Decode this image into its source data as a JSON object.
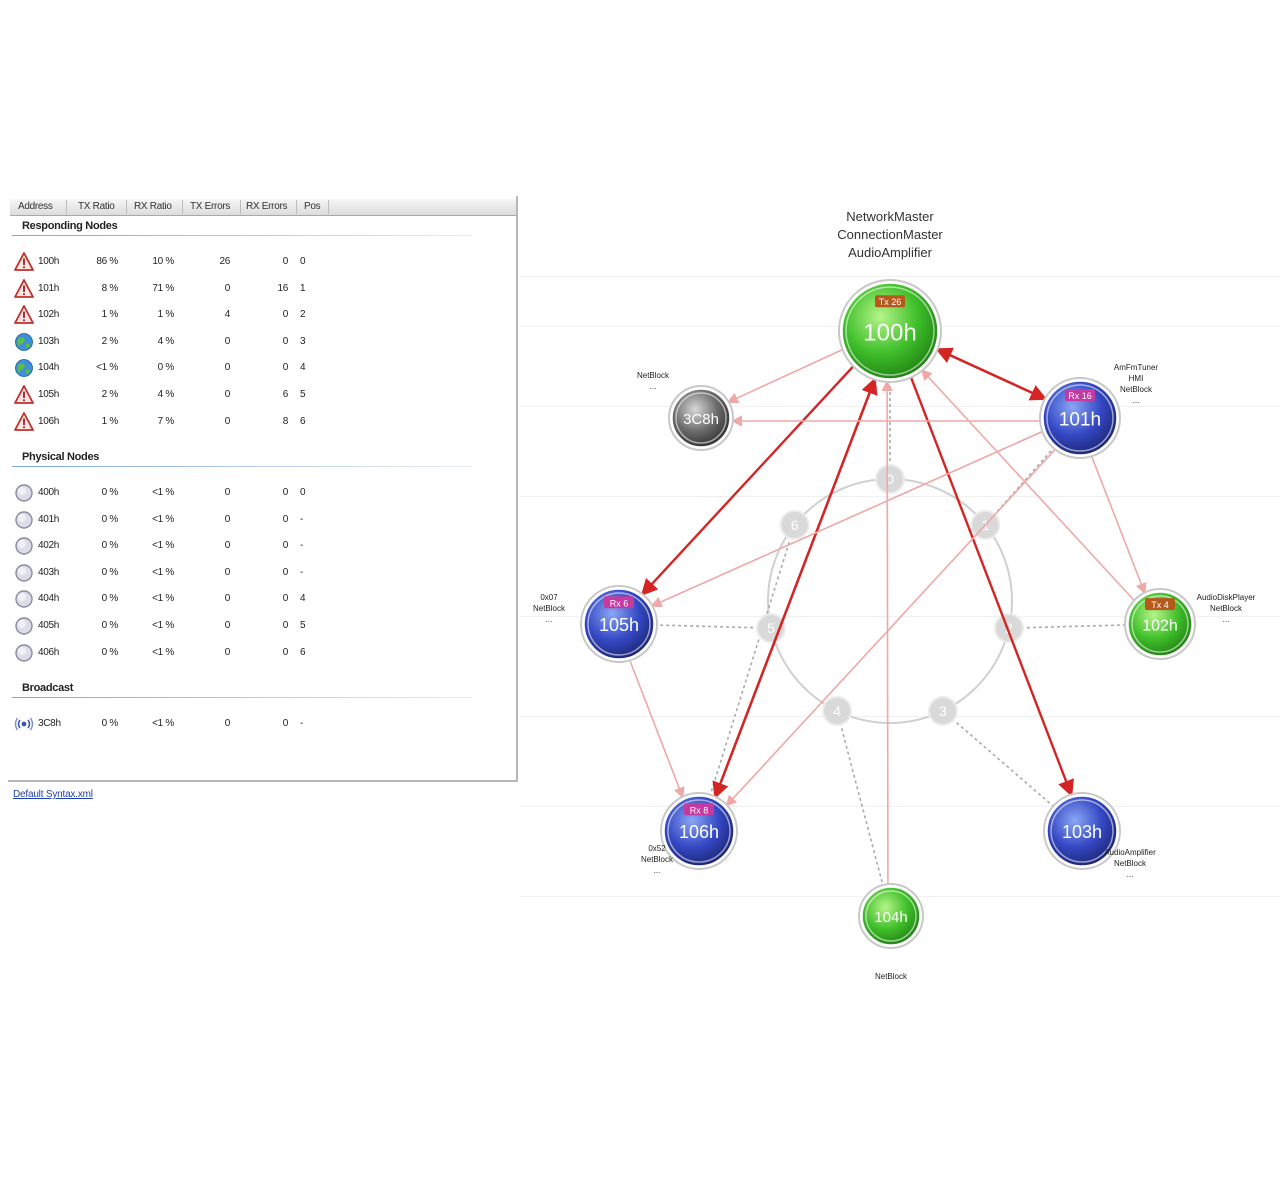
{
  "table": {
    "columns": [
      "Address",
      "TX Ratio",
      "RX Ratio",
      "TX Errors",
      "RX Errors",
      "Pos"
    ],
    "sections": [
      {
        "title": "Responding Nodes",
        "rows": [
          {
            "icon": "warning-icon",
            "address": "100h",
            "tx_ratio": "86 %",
            "rx_ratio": "10 %",
            "tx_errors": "26",
            "rx_errors": "0",
            "pos": "0"
          },
          {
            "icon": "warning-icon",
            "address": "101h",
            "tx_ratio": "8 %",
            "rx_ratio": "71 %",
            "tx_errors": "0",
            "rx_errors": "16",
            "pos": "1"
          },
          {
            "icon": "warning-icon",
            "address": "102h",
            "tx_ratio": "1 %",
            "rx_ratio": "1 %",
            "tx_errors": "4",
            "rx_errors": "0",
            "pos": "2"
          },
          {
            "icon": "globe-icon",
            "address": "103h",
            "tx_ratio": "2 %",
            "rx_ratio": "4 %",
            "tx_errors": "0",
            "rx_errors": "0",
            "pos": "3"
          },
          {
            "icon": "globe-icon",
            "address": "104h",
            "tx_ratio": "<1 %",
            "rx_ratio": "0 %",
            "tx_errors": "0",
            "rx_errors": "0",
            "pos": "4"
          },
          {
            "icon": "warning-icon",
            "address": "105h",
            "tx_ratio": "2 %",
            "rx_ratio": "4 %",
            "tx_errors": "0",
            "rx_errors": "6",
            "pos": "5"
          },
          {
            "icon": "warning-icon",
            "address": "106h",
            "tx_ratio": "1 %",
            "rx_ratio": "7 %",
            "tx_errors": "0",
            "rx_errors": "8",
            "pos": "6"
          }
        ]
      },
      {
        "title": "Physical Nodes",
        "rows": [
          {
            "icon": "node-circle-icon",
            "address": "400h",
            "tx_ratio": "0 %",
            "rx_ratio": "<1 %",
            "tx_errors": "0",
            "rx_errors": "0",
            "pos": "0"
          },
          {
            "icon": "node-circle-icon",
            "address": "401h",
            "tx_ratio": "0 %",
            "rx_ratio": "<1 %",
            "tx_errors": "0",
            "rx_errors": "0",
            "pos": "-"
          },
          {
            "icon": "node-circle-icon",
            "address": "402h",
            "tx_ratio": "0 %",
            "rx_ratio": "<1 %",
            "tx_errors": "0",
            "rx_errors": "0",
            "pos": "-"
          },
          {
            "icon": "node-circle-icon",
            "address": "403h",
            "tx_ratio": "0 %",
            "rx_ratio": "<1 %",
            "tx_errors": "0",
            "rx_errors": "0",
            "pos": "-"
          },
          {
            "icon": "node-circle-icon",
            "address": "404h",
            "tx_ratio": "0 %",
            "rx_ratio": "<1 %",
            "tx_errors": "0",
            "rx_errors": "0",
            "pos": "4"
          },
          {
            "icon": "node-circle-icon",
            "address": "405h",
            "tx_ratio": "0 %",
            "rx_ratio": "<1 %",
            "tx_errors": "0",
            "rx_errors": "0",
            "pos": "5"
          },
          {
            "icon": "node-circle-icon",
            "address": "406h",
            "tx_ratio": "0 %",
            "rx_ratio": "<1 %",
            "tx_errors": "0",
            "rx_errors": "0",
            "pos": "6"
          }
        ]
      },
      {
        "title": "Broadcast",
        "rows": [
          {
            "icon": "broadcast-icon",
            "address": "3C8h",
            "tx_ratio": "0 %",
            "rx_ratio": "<1 %",
            "tx_errors": "0",
            "rx_errors": "0",
            "pos": "-"
          }
        ]
      }
    ]
  },
  "default_link": "Default Syntax.xml",
  "diagram": {
    "ring_positions": [
      "0",
      "1",
      "2",
      "3",
      "4",
      "5",
      "6"
    ],
    "nodes": [
      {
        "id": "100h",
        "label": "100h",
        "color": "green",
        "badge": "Tx 26",
        "badge_color": "#b8591c",
        "captions": [
          "NetworkMaster",
          "ConnectionMaster",
          "AudioAmplifier"
        ]
      },
      {
        "id": "101h",
        "label": "101h",
        "color": "blue",
        "badge": "Rx 16",
        "badge_color": "#c43aa0",
        "captions": [
          "AmFmTuner",
          "HMI",
          "NetBlock",
          "..."
        ]
      },
      {
        "id": "102h",
        "label": "102h",
        "color": "green",
        "badge": "Tx 4",
        "badge_color": "#b8591c",
        "captions": [
          "AudioDiskPlayer",
          "NetBlock",
          "..."
        ]
      },
      {
        "id": "103h",
        "label": "103h",
        "color": "blue",
        "badge": "",
        "badge_color": "",
        "captions": [
          "AudioAmplifier",
          "NetBlock",
          "..."
        ]
      },
      {
        "id": "104h",
        "label": "104h",
        "color": "green",
        "badge": "",
        "badge_color": "",
        "captions": [
          "NetBlock"
        ]
      },
      {
        "id": "105h",
        "label": "105h",
        "color": "blue",
        "badge": "Rx 6",
        "badge_color": "#c43aa0",
        "captions": [
          "0x07",
          "NetBlock",
          "..."
        ]
      },
      {
        "id": "106h",
        "label": "106h",
        "color": "blue",
        "badge": "Rx 8",
        "badge_color": "#c43aa0",
        "captions": [
          "0x52",
          "NetBlock",
          "..."
        ]
      },
      {
        "id": "3C8h",
        "label": "3C8h",
        "color": "gray",
        "badge": "",
        "badge_color": "",
        "captions": [
          "NetBlock",
          "..."
        ]
      }
    ],
    "links": [
      {
        "from": "100h",
        "to": "105h",
        "style": "heavy"
      },
      {
        "from": "100h",
        "to": "106h",
        "style": "heavy"
      },
      {
        "from": "106h",
        "to": "100h",
        "style": "heavy"
      },
      {
        "from": "100h",
        "to": "101h",
        "style": "heavy"
      },
      {
        "from": "101h",
        "to": "100h",
        "style": "heavy"
      },
      {
        "from": "100h",
        "to": "103h",
        "style": "heavy"
      },
      {
        "from": "100h",
        "to": "3C8h",
        "style": "light"
      },
      {
        "from": "101h",
        "to": "3C8h",
        "style": "light"
      },
      {
        "from": "101h",
        "to": "105h",
        "style": "light"
      },
      {
        "from": "101h",
        "to": "106h",
        "style": "light"
      },
      {
        "from": "101h",
        "to": "102h",
        "style": "light"
      },
      {
        "from": "102h",
        "to": "100h",
        "style": "light"
      },
      {
        "from": "105h",
        "to": "106h",
        "style": "light"
      },
      {
        "from": "104h",
        "to": "100h",
        "style": "light"
      }
    ],
    "colors": {
      "heavy_link": "#d42525",
      "light_link": "#f0a7a7",
      "ring": "#d0d0d0"
    }
  }
}
